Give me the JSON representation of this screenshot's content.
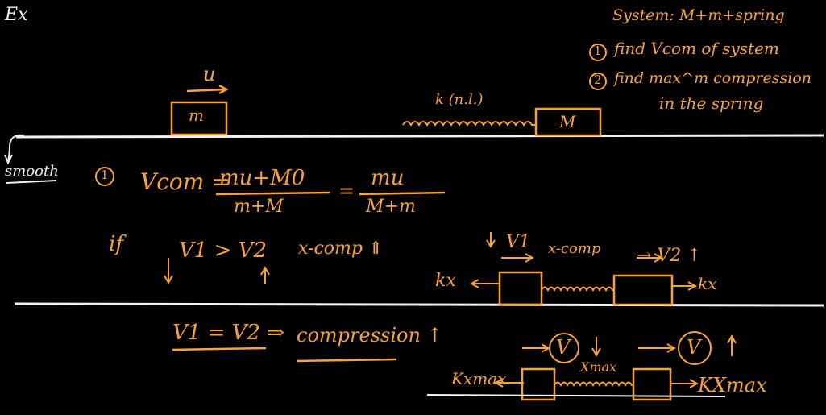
{
  "board": {
    "marker": "Ex",
    "top": {
      "velocity_label": "u",
      "block_m": "m",
      "spring_label": "k (n.l.)",
      "block_M": "M",
      "surface_label": "smooth"
    },
    "problem": {
      "system_line": "System: M+m+spring",
      "q1_num": "1",
      "q1_text": "find Vcom of system",
      "q2_num": "2",
      "q2_text_a": "find max^m compression",
      "q2_text_b": "in the spring"
    },
    "solution": {
      "num": "1",
      "vcom_lhs": "Vcom =",
      "frac1_num": "mu+M0",
      "frac1_den": "m+M",
      "eq": "=",
      "frac2_num": "mu",
      "frac2_den": "M+m",
      "if_word": "if",
      "condition": "V1 > V2",
      "xcomp1": "x-comp ⇑",
      "mid_v1": "V1",
      "mid_xcomp": "x-comp",
      "mid_v2": "→ V2 ↑",
      "kx_left": "kx",
      "kx_right": "kx",
      "equal_line": "V1 = V2 ⇒",
      "compression": "compression ↑",
      "v_sym_left": "V",
      "v_sym_right": "V",
      "xmax_label": "Xmax",
      "kxmax_left": "Kxmax",
      "kxmax_right": "KXmax"
    },
    "colors": {
      "ink_orange": "#f7a33a",
      "ink_white": "#f2f2f2",
      "background": "#000000"
    }
  }
}
